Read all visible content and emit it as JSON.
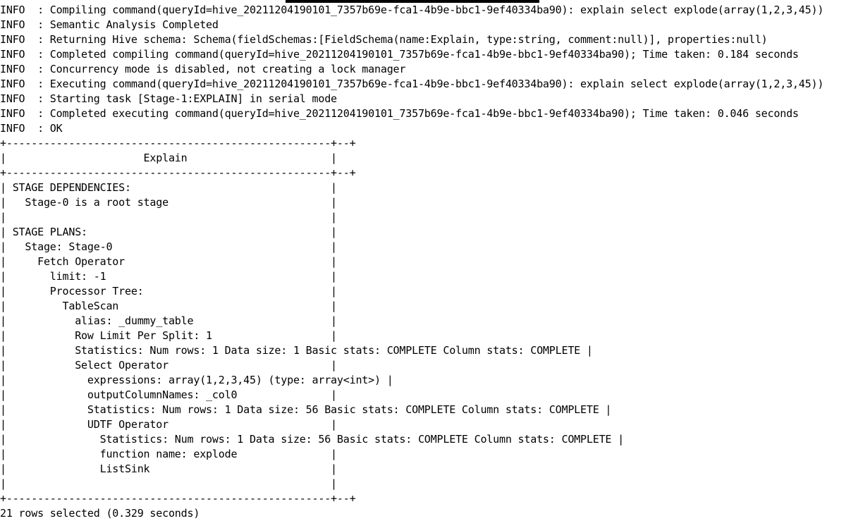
{
  "terminal": {
    "log_lines": [
      "INFO  : Compiling command(queryId=hive_20211204190101_7357b69e-fca1-4b9e-bbc1-9ef40334ba90): explain select explode(array(1,2,3,45))",
      "INFO  : Semantic Analysis Completed",
      "INFO  : Returning Hive schema: Schema(fieldSchemas:[FieldSchema(name:Explain, type:string, comment:null)], properties:null)",
      "INFO  : Completed compiling command(queryId=hive_20211204190101_7357b69e-fca1-4b9e-bbc1-9ef40334ba90); Time taken: 0.184 seconds",
      "INFO  : Concurrency mode is disabled, not creating a lock manager",
      "INFO  : Executing command(queryId=hive_20211204190101_7357b69e-fca1-4b9e-bbc1-9ef40334ba90): explain select explode(array(1,2,3,45))",
      "INFO  : Starting task [Stage-1:EXPLAIN] in serial mode",
      "INFO  : Completed executing command(queryId=hive_20211204190101_7357b69e-fca1-4b9e-bbc1-9ef40334ba90); Time taken: 0.046 seconds",
      "INFO  : OK"
    ],
    "table_border": "+----------------------------------------------------+--+",
    "table_header": "|                      Explain                       |",
    "table_rows": [
      "| STAGE DEPENDENCIES:                                |",
      "|   Stage-0 is a root stage                          |",
      "|                                                    |",
      "| STAGE PLANS:                                       |",
      "|   Stage: Stage-0                                   |",
      "|     Fetch Operator                                 |",
      "|       limit: -1                                    |",
      "|       Processor Tree:                              |",
      "|         TableScan                                  |",
      "|           alias: _dummy_table                      |",
      "|           Row Limit Per Split: 1                   |",
      "|           Statistics: Num rows: 1 Data size: 1 Basic stats: COMPLETE Column stats: COMPLETE |",
      "|           Select Operator                          |",
      "|             expressions: array(1,2,3,45) (type: array<int>) |",
      "|             outputColumnNames: _col0               |",
      "|             Statistics: Num rows: 1 Data size: 56 Basic stats: COMPLETE Column stats: COMPLETE |",
      "|             UDTF Operator                          |",
      "|               Statistics: Num rows: 1 Data size: 56 Basic stats: COMPLETE Column stats: COMPLETE |",
      "|               function name: explode               |",
      "|               ListSink                             |",
      "|                                                    |"
    ],
    "footer_line": "21 rows selected (0.329 seconds)"
  },
  "colors": {
    "background": "#ffffff",
    "text": "#000000"
  }
}
